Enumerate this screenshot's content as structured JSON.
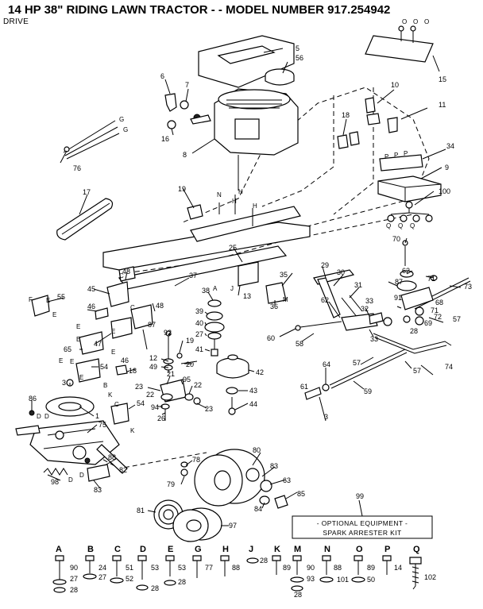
{
  "header": {
    "title": "14 HP 38\" RIDING LAWN TRACTOR - - MODEL NUMBER 917.254942",
    "section": "DRIVE"
  },
  "callouts": [
    {
      "id": "c5",
      "text": "5"
    },
    {
      "id": "c56",
      "text": "56"
    },
    {
      "id": "c15",
      "text": "15"
    },
    {
      "id": "c6",
      "text": "6"
    },
    {
      "id": "c7",
      "text": "7"
    },
    {
      "id": "c16",
      "text": "16"
    },
    {
      "id": "c8",
      "text": "8"
    },
    {
      "id": "c10",
      "text": "10"
    },
    {
      "id": "c11",
      "text": "11"
    },
    {
      "id": "c18",
      "text": "18"
    },
    {
      "id": "c34",
      "text": "34"
    },
    {
      "id": "c9",
      "text": "9"
    },
    {
      "id": "c100",
      "text": "100"
    },
    {
      "id": "c76",
      "text": "76"
    },
    {
      "id": "c17",
      "text": "17"
    },
    {
      "id": "c19a",
      "text": "19"
    },
    {
      "id": "c70",
      "text": "70"
    },
    {
      "id": "c62a",
      "text": "62"
    },
    {
      "id": "c71a",
      "text": "71"
    },
    {
      "id": "c87a",
      "text": "87"
    },
    {
      "id": "c73",
      "text": "73"
    },
    {
      "id": "c29",
      "text": "29"
    },
    {
      "id": "c30",
      "text": "30"
    },
    {
      "id": "c31",
      "text": "31"
    },
    {
      "id": "c25",
      "text": "25"
    },
    {
      "id": "c35",
      "text": "35"
    },
    {
      "id": "c48a",
      "text": "48"
    },
    {
      "id": "c45",
      "text": "45"
    },
    {
      "id": "c37",
      "text": "37"
    },
    {
      "id": "c38",
      "text": "38"
    },
    {
      "id": "c13",
      "text": "13"
    },
    {
      "id": "c36",
      "text": "36"
    },
    {
      "id": "c55",
      "text": "55"
    },
    {
      "id": "c46a",
      "text": "46"
    },
    {
      "id": "c48b",
      "text": "48"
    },
    {
      "id": "c87b",
      "text": "87"
    },
    {
      "id": "c39",
      "text": "39"
    },
    {
      "id": "c40",
      "text": "40"
    },
    {
      "id": "c27",
      "text": "27"
    },
    {
      "id": "c41",
      "text": "41"
    },
    {
      "id": "c62b",
      "text": "62"
    },
    {
      "id": "c33a",
      "text": "33"
    },
    {
      "id": "c32",
      "text": "32"
    },
    {
      "id": "c91",
      "text": "91"
    },
    {
      "id": "c68",
      "text": "68"
    },
    {
      "id": "c71b",
      "text": "71"
    },
    {
      "id": "c72",
      "text": "72"
    },
    {
      "id": "c69",
      "text": "69"
    },
    {
      "id": "c28a",
      "text": "28"
    },
    {
      "id": "c57a",
      "text": "57"
    },
    {
      "id": "c60",
      "text": "60"
    },
    {
      "id": "c58",
      "text": "58"
    },
    {
      "id": "c33b",
      "text": "33"
    },
    {
      "id": "c47",
      "text": "47"
    },
    {
      "id": "c65",
      "text": "65"
    },
    {
      "id": "c92",
      "text": "92"
    },
    {
      "id": "c19b",
      "text": "19"
    },
    {
      "id": "c12",
      "text": "12"
    },
    {
      "id": "c49",
      "text": "49"
    },
    {
      "id": "c20",
      "text": "20"
    },
    {
      "id": "c42",
      "text": "42"
    },
    {
      "id": "c46b",
      "text": "46"
    },
    {
      "id": "c18b",
      "text": "18"
    },
    {
      "id": "c54a",
      "text": "54"
    },
    {
      "id": "c3a",
      "text": "3"
    },
    {
      "id": "c21",
      "text": "21"
    },
    {
      "id": "c95",
      "text": "95"
    },
    {
      "id": "c22a",
      "text": "22"
    },
    {
      "id": "c22b",
      "text": "22"
    },
    {
      "id": "c23a",
      "text": "23"
    },
    {
      "id": "c23b",
      "text": "23"
    },
    {
      "id": "c43",
      "text": "43"
    },
    {
      "id": "c94",
      "text": "94"
    },
    {
      "id": "c26",
      "text": "26"
    },
    {
      "id": "c44",
      "text": "44"
    },
    {
      "id": "c57b",
      "text": "57"
    },
    {
      "id": "c64",
      "text": "64"
    },
    {
      "id": "c74",
      "text": "74"
    },
    {
      "id": "c57c",
      "text": "57"
    },
    {
      "id": "c59",
      "text": "59"
    },
    {
      "id": "c61a",
      "text": "61"
    },
    {
      "id": "c3b",
      "text": "3"
    },
    {
      "id": "c86",
      "text": "86"
    },
    {
      "id": "c1",
      "text": "1"
    },
    {
      "id": "c75",
      "text": "75"
    },
    {
      "id": "c54b",
      "text": "54"
    },
    {
      "id": "c88",
      "text": "88"
    },
    {
      "id": "c98",
      "text": "98"
    },
    {
      "id": "c82",
      "text": "82"
    },
    {
      "id": "c83a",
      "text": "83"
    },
    {
      "id": "c78",
      "text": "78"
    },
    {
      "id": "c79",
      "text": "79"
    },
    {
      "id": "c80",
      "text": "80"
    },
    {
      "id": "c83b",
      "text": "83"
    },
    {
      "id": "c63",
      "text": "63"
    },
    {
      "id": "c84",
      "text": "84"
    },
    {
      "id": "c85",
      "text": "85"
    },
    {
      "id": "c81",
      "text": "81"
    },
    {
      "id": "c97",
      "text": "97"
    },
    {
      "id": "c99",
      "text": "99"
    }
  ],
  "letter_tags": [
    {
      "id": "tG1",
      "text": "G"
    },
    {
      "id": "tG2",
      "text": "G"
    },
    {
      "id": "tN",
      "text": "N"
    },
    {
      "id": "tH1",
      "text": "H"
    },
    {
      "id": "tH2",
      "text": "H"
    },
    {
      "id": "tH3",
      "text": "H"
    },
    {
      "id": "tA1",
      "text": "A"
    },
    {
      "id": "tM",
      "text": "M"
    },
    {
      "id": "tJ",
      "text": "J"
    },
    {
      "id": "tE1",
      "text": "E"
    },
    {
      "id": "tE2",
      "text": "E"
    },
    {
      "id": "tE3",
      "text": "E"
    },
    {
      "id": "tE4",
      "text": "E"
    },
    {
      "id": "tE5",
      "text": "E"
    },
    {
      "id": "tE6",
      "text": "E"
    },
    {
      "id": "tE7",
      "text": "E"
    },
    {
      "id": "tE8",
      "text": "E"
    },
    {
      "id": "tE9",
      "text": "E"
    },
    {
      "id": "tC1",
      "text": "C"
    },
    {
      "id": "tC2",
      "text": "C"
    },
    {
      "id": "tC3",
      "text": "C"
    },
    {
      "id": "tB1",
      "text": "B"
    },
    {
      "id": "tK1",
      "text": "K"
    },
    {
      "id": "tK2",
      "text": "K"
    },
    {
      "id": "tD1",
      "text": "D"
    },
    {
      "id": "tD2",
      "text": "D"
    },
    {
      "id": "tD3",
      "text": "D"
    },
    {
      "id": "tD4",
      "text": "D"
    },
    {
      "id": "tF1",
      "text": "F"
    },
    {
      "id": "tQ1",
      "text": "Q"
    },
    {
      "id": "tQ2",
      "text": "Q"
    },
    {
      "id": "tQ3",
      "text": "Q"
    },
    {
      "id": "tP1",
      "text": "P"
    },
    {
      "id": "tP2",
      "text": "P"
    },
    {
      "id": "tP3",
      "text": "P"
    },
    {
      "id": "tO1",
      "text": "O"
    },
    {
      "id": "tO2",
      "text": "O"
    },
    {
      "id": "tO3",
      "text": "O"
    }
  ],
  "optional_equipment": {
    "line1": "- OPTIONAL EQUIPMENT -",
    "line2": "SPARK ARRESTER KIT"
  },
  "hardware": [
    {
      "letter": "A",
      "parts": [
        "90",
        "27",
        "28"
      ]
    },
    {
      "letter": "B",
      "parts": [
        "24",
        "27"
      ]
    },
    {
      "letter": "C",
      "parts": [
        "51",
        "52"
      ]
    },
    {
      "letter": "D",
      "parts": [
        "53",
        "28"
      ]
    },
    {
      "letter": "E",
      "parts": [
        "53",
        "28"
      ]
    },
    {
      "letter": "G",
      "parts": [
        "77"
      ]
    },
    {
      "letter": "H",
      "parts": [
        "88"
      ]
    },
    {
      "letter": "J",
      "parts": [
        "28"
      ]
    },
    {
      "letter": "K",
      "parts": [
        "89"
      ]
    },
    {
      "letter": "M",
      "parts": [
        "90",
        "93",
        "28"
      ]
    },
    {
      "letter": "N",
      "parts": [
        "88",
        "101"
      ]
    },
    {
      "letter": "O",
      "parts": [
        "89",
        "50"
      ]
    },
    {
      "letter": "P",
      "parts": [
        "14"
      ]
    },
    {
      "letter": "Q",
      "parts": [
        "102"
      ]
    }
  ]
}
